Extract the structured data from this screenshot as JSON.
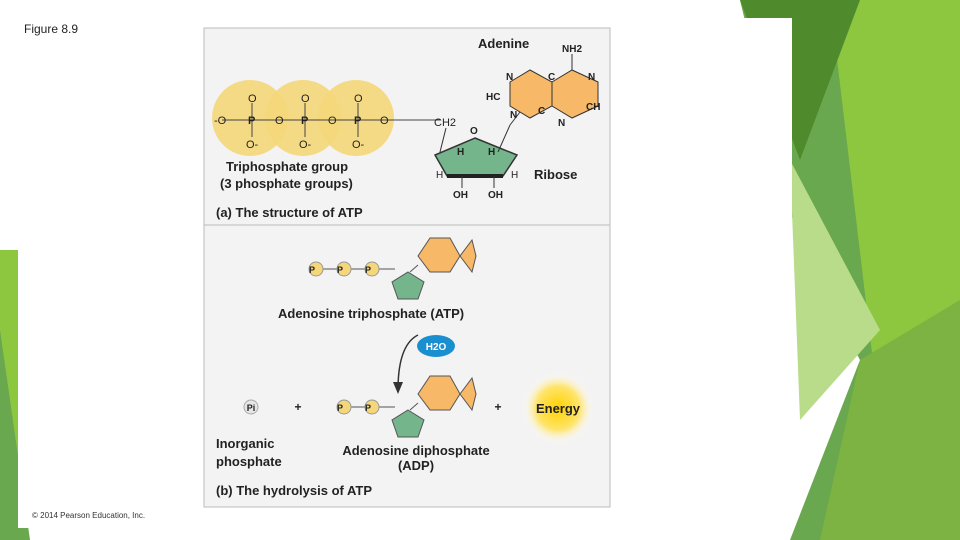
{
  "figure_label": "Figure 8.9",
  "copyright": "© 2014 Pearson Education, Inc.",
  "part_a": {
    "caption": "(a) The structure of ATP",
    "adenine_label": "Adenine",
    "ribose_label": "Ribose",
    "triphosphate_label_1": "Triphosphate group",
    "triphosphate_label_2": "(3 phosphate groups)",
    "nh2": "NH2",
    "ch2": "CH2",
    "ring_atoms": {
      "n1": "N",
      "c1": "C",
      "n2": "N",
      "hc": "HC",
      "ch": "CH",
      "n3": "N",
      "c2": "C",
      "n4": "N"
    },
    "ribose_atoms": {
      "o": "O",
      "h1": "H",
      "h2": "H",
      "h3": "H",
      "h4": "H",
      "oh1": "OH",
      "oh2": "OH"
    },
    "phosphate": {
      "p": "P",
      "o": "O",
      "o_minus": "O-",
      "minus_o": "-O"
    }
  },
  "part_b": {
    "caption": "(b) The hydrolysis of ATP",
    "atp_label": "Adenosine triphosphate (ATP)",
    "water": "H2O",
    "pi_label": "Pi",
    "plus": "+",
    "energy": "Energy",
    "inorganic_1": "Inorganic",
    "inorganic_2": "phosphate",
    "adp_1": "Adenosine diphosphate",
    "adp_2": "(ADP)",
    "p": "P"
  },
  "colors": {
    "phosphate_fill": "#f5d77a",
    "base_fill": "#f7b867",
    "ribose_fill": "#74b58c",
    "water_fill": "#1a8fd0",
    "green_accent": "#8dc63f",
    "green_dark": "#5b9a35"
  }
}
